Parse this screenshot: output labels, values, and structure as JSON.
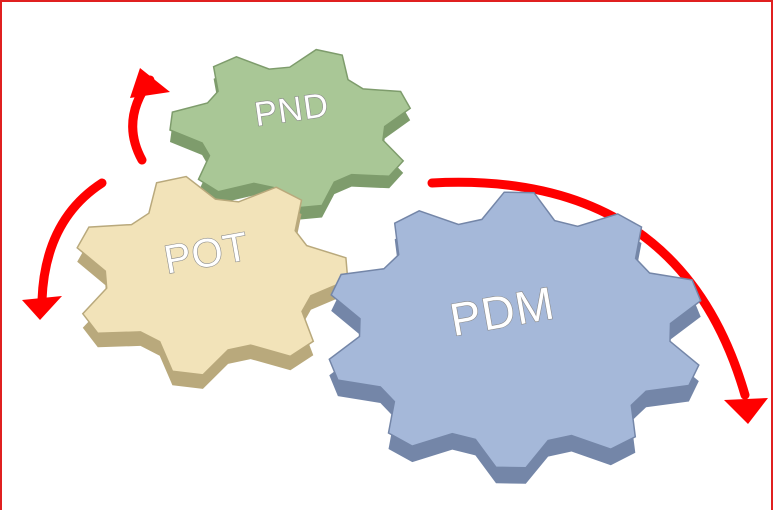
{
  "diagram": {
    "gears": [
      {
        "id": "pnd",
        "label": "PND",
        "color": "#a9c796",
        "side_color": "#7e9c6c"
      },
      {
        "id": "pot",
        "label": "POT",
        "color": "#f2e3b9",
        "side_color": "#b9a97c"
      },
      {
        "id": "pdm",
        "label": "PDM",
        "color": "#a5b8d9",
        "side_color": "#7486a8"
      }
    ],
    "arrow_color": "#ff0000",
    "frame_color": "#e02020"
  }
}
